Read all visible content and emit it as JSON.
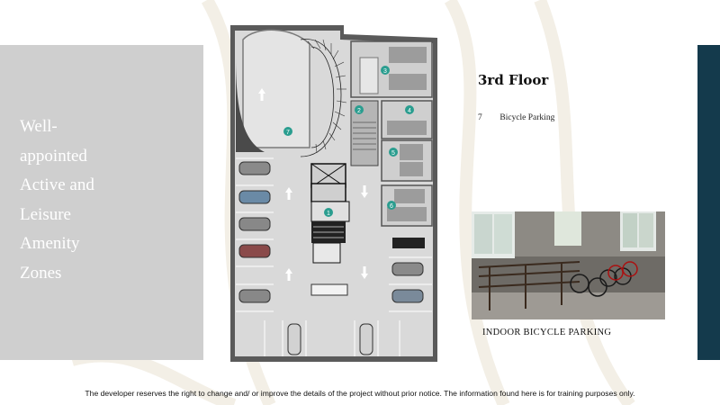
{
  "left_panel": {
    "title_lines": [
      "Well-",
      "appointed",
      "Active and",
      "Leisure",
      "Amenity",
      "Zones"
    ]
  },
  "floor_plan": {
    "markers": [
      "1",
      "2",
      "3",
      "4",
      "5",
      "6",
      "7"
    ]
  },
  "floor_title": "3rd Floor",
  "legend": [
    {
      "number": "7",
      "label": "Bicycle Parking"
    }
  ],
  "photo": {
    "caption": "INDOOR BICYCLE PARKING"
  },
  "footer": {
    "disclaimer": "The developer reserves the right to change and/ or improve the details of the project without prior notice. The information found here is  for training purposes only."
  },
  "colors": {
    "accent_bar": "#143a4c",
    "panel_gray": "#cfcfcf",
    "marker_teal": "#2a9d8f"
  }
}
